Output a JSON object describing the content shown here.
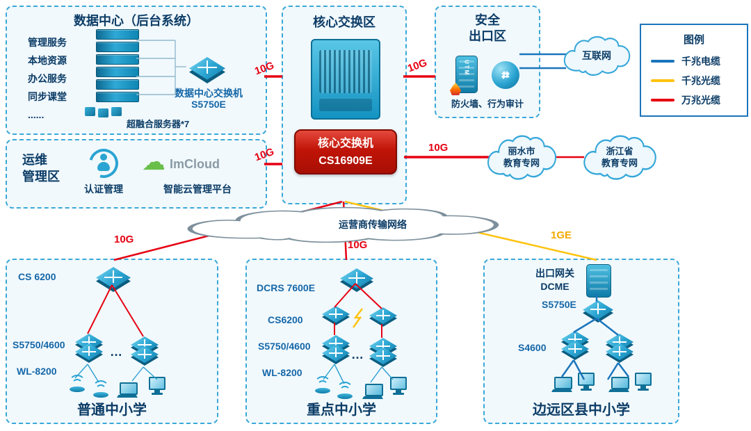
{
  "datacenter": {
    "title": "数据中心（后台系统）",
    "services": [
      "管理服务",
      "本地资源",
      "办公服务",
      "同步课堂",
      "......"
    ],
    "server_caption": "超融合服务器*7",
    "switch_name": "数据中心交换机",
    "switch_model": "S5750E"
  },
  "ops": {
    "title_line1": "运维",
    "title_line2": "管理区",
    "auth_label": "认证管理",
    "platform_brand": "ImCloud",
    "platform_label": "智能云管理平台"
  },
  "core": {
    "title": "核心交换区",
    "switch_name": "核心交换机",
    "switch_model": "CS16909E"
  },
  "security": {
    "title_line1": "安全",
    "title_line2": "出口区",
    "utm_label": "UTM",
    "caption": "防火墙、行为审计"
  },
  "legend": {
    "title": "图例",
    "items": [
      {
        "label": "千兆电缆",
        "color": "#1b75bb"
      },
      {
        "label": "千兆光缆",
        "color": "#ffc20e"
      },
      {
        "label": "万兆光缆",
        "color": "#e60012"
      }
    ]
  },
  "clouds": {
    "internet": "互联网",
    "lishui_line1": "丽水市",
    "lishui_line2": "教育专网",
    "zhejiang_line1": "浙江省",
    "zhejiang_line2": "教育专网",
    "carrier": "运营商传输网络"
  },
  "links": {
    "dc_core": "10G",
    "core_security": "10G",
    "ops_core": "10G",
    "core_lishui": "10G",
    "carrier_school1": "10G",
    "carrier_school2": "10G",
    "carrier_school3": "1GE"
  },
  "schools": [
    {
      "title": "普通中小学",
      "core_switch": "CS 6200",
      "access_switch": "S5750/4600",
      "wlan": "WL-8200",
      "more": "…"
    },
    {
      "title": "重点中小学",
      "core_switch": "DCRS 7600E",
      "agg_switch": "CS6200",
      "access_switch": "S5750/4600",
      "wlan": "WL-8200",
      "more": "…"
    },
    {
      "title": "边远区县中小学",
      "gateway_line1": "出口网关",
      "gateway_line2": "DCME",
      "gateway_switch": "S5750E",
      "access_switch": "S4600"
    }
  ],
  "icons": {
    "imcloud_glyph": "☁",
    "router_arrows_h": "⇄",
    "router_arrows_v": "⇅"
  }
}
